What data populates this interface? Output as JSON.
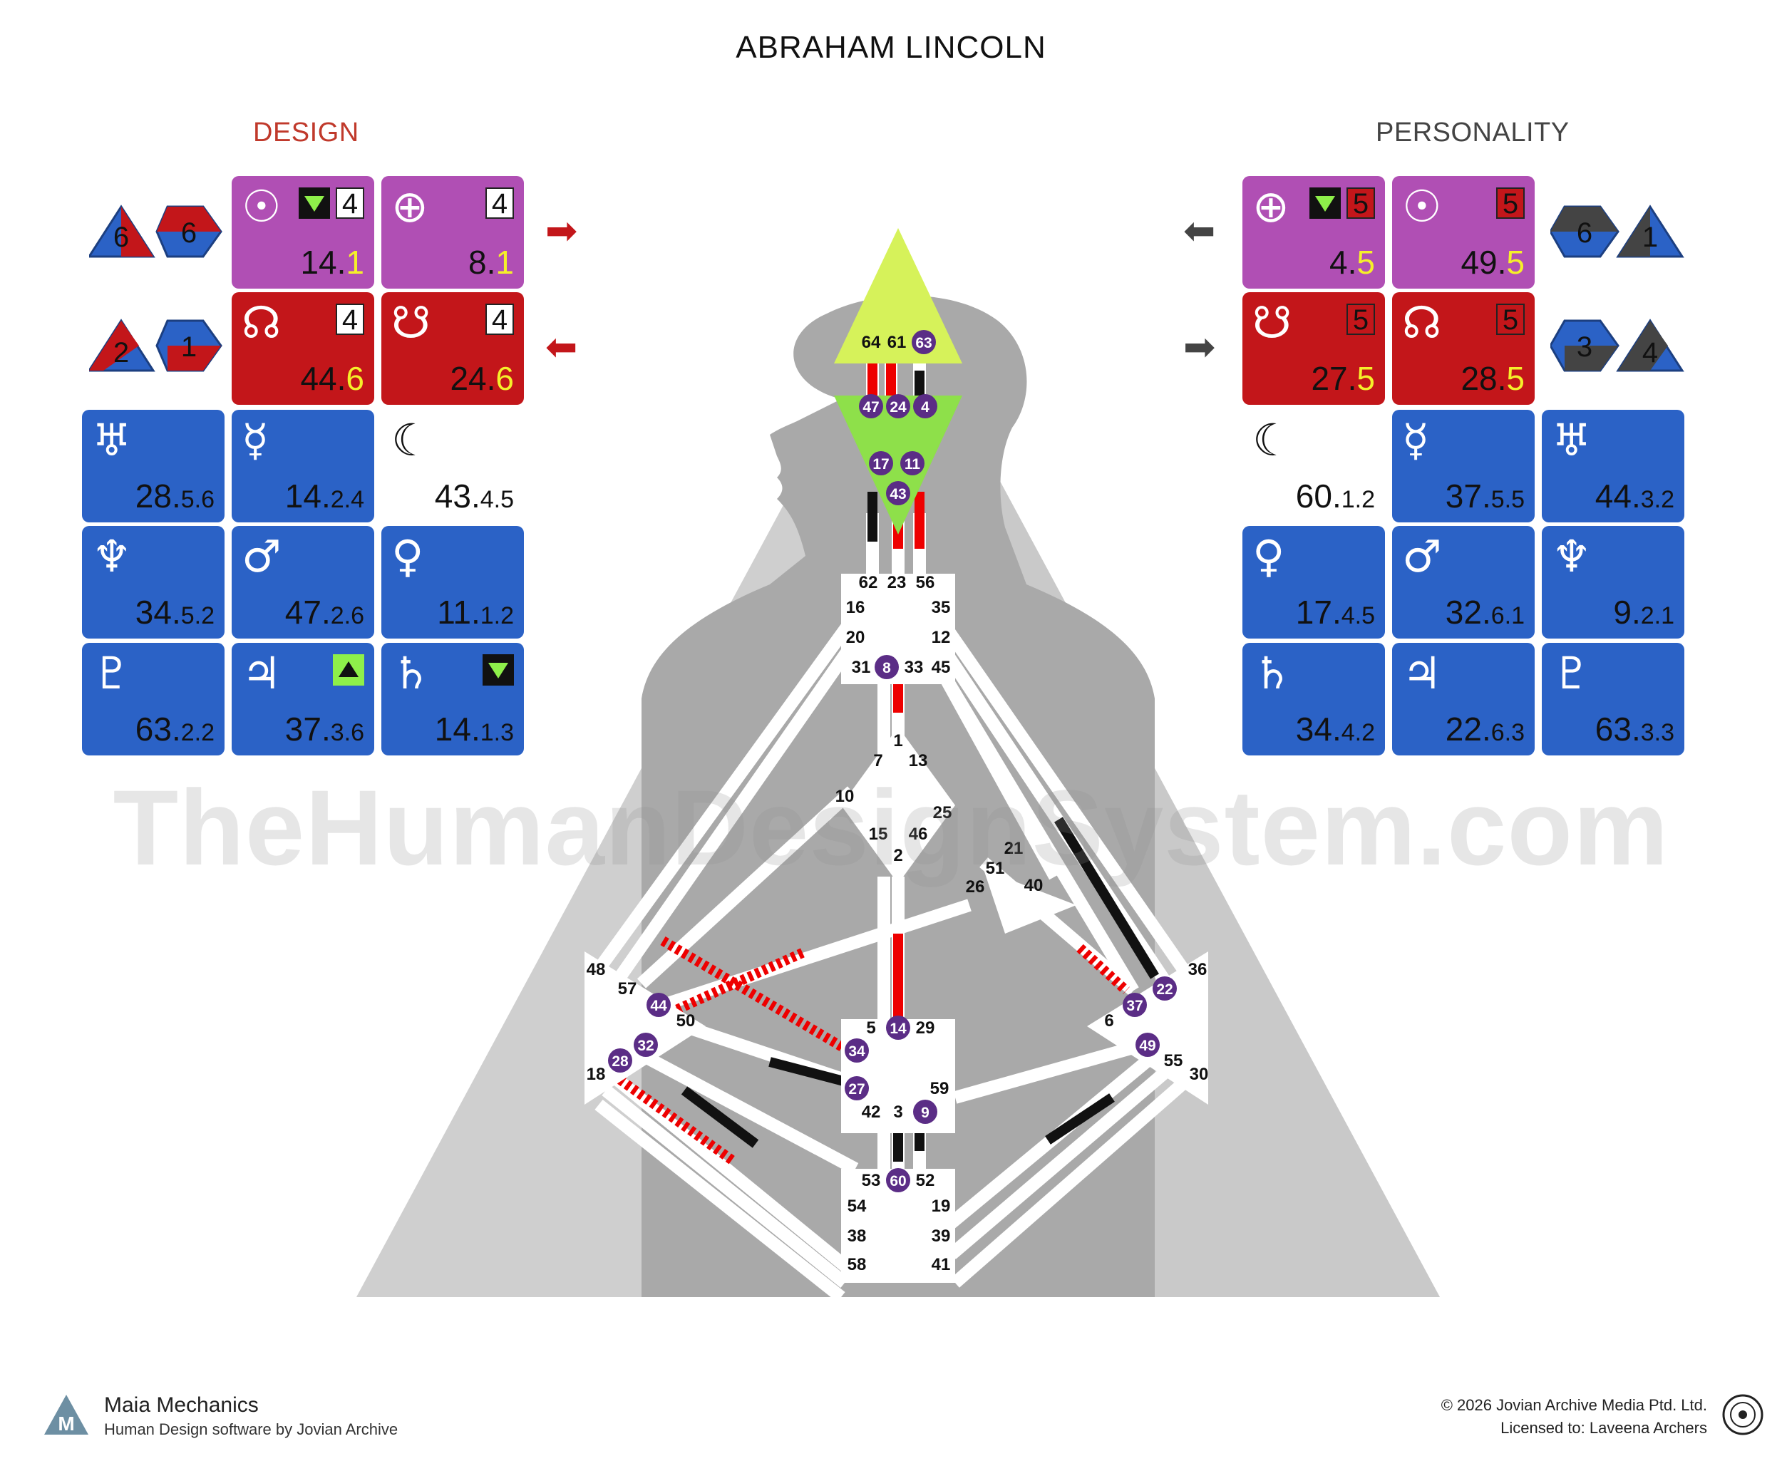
{
  "chart_title": "ABRAHAM LINCOLN",
  "design": {
    "heading": "DESIGN",
    "tiles": [
      {
        "planet": "Sun",
        "icon": "sun-icon",
        "gate": "14",
        "line": "1",
        "line_box": "4",
        "arrow": "down"
      },
      {
        "planet": "Earth",
        "icon": "earth-icon",
        "gate": "8",
        "line": "1",
        "line_box": "4"
      },
      {
        "planet": "North Node",
        "icon": "north-node-icon",
        "gate": "44",
        "line": "6",
        "line_box": "4"
      },
      {
        "planet": "South Node",
        "icon": "south-node-icon",
        "gate": "24",
        "line": "6",
        "line_box": "4"
      },
      {
        "planet": "Uranus",
        "icon": "uranus-icon",
        "gate": "28",
        "line": "5.6"
      },
      {
        "planet": "Mercury",
        "icon": "mercury-icon",
        "gate": "14",
        "line": "2.4"
      },
      {
        "planet": "Moon",
        "icon": "moon-icon",
        "gate": "43",
        "line": "4.5"
      },
      {
        "planet": "Neptune",
        "icon": "neptune-icon",
        "gate": "34",
        "line": "5.2"
      },
      {
        "planet": "Mars",
        "icon": "mars-icon",
        "gate": "47",
        "line": "2.6"
      },
      {
        "planet": "Venus",
        "icon": "venus-icon",
        "gate": "11",
        "line": "1.2"
      },
      {
        "planet": "Pluto",
        "icon": "pluto-icon",
        "gate": "63",
        "line": "2.2"
      },
      {
        "planet": "Jupiter",
        "icon": "jupiter-icon",
        "gate": "37",
        "line": "3.6",
        "arrow": "up"
      },
      {
        "planet": "Saturn",
        "icon": "saturn-icon",
        "gate": "14",
        "line": "1.3",
        "arrow": "down"
      }
    ],
    "variables": [
      "6",
      "6",
      "2",
      "1"
    ]
  },
  "personality": {
    "heading": "PERSONALITY",
    "tiles": [
      {
        "planet": "Earth",
        "icon": "earth-icon",
        "gate": "4",
        "line": "5",
        "line_box": "5",
        "arrow": "down"
      },
      {
        "planet": "Sun",
        "icon": "sun-icon",
        "gate": "49",
        "line": "5",
        "line_box": "5"
      },
      {
        "planet": "South Node",
        "icon": "south-node-icon",
        "gate": "27",
        "line": "5",
        "line_box": "5"
      },
      {
        "planet": "North Node",
        "icon": "north-node-icon",
        "gate": "28",
        "line": "5",
        "line_box": "5"
      },
      {
        "planet": "Moon",
        "icon": "moon-icon",
        "gate": "60",
        "line": "1.2"
      },
      {
        "planet": "Mercury",
        "icon": "mercury-icon",
        "gate": "37",
        "line": "5.5"
      },
      {
        "planet": "Uranus",
        "icon": "uranus-icon",
        "gate": "44",
        "line": "3.2"
      },
      {
        "planet": "Venus",
        "icon": "venus-icon",
        "gate": "17",
        "line": "4.5"
      },
      {
        "planet": "Mars",
        "icon": "mars-icon",
        "gate": "32",
        "line": "6.1"
      },
      {
        "planet": "Neptune",
        "icon": "neptune-icon",
        "gate": "9",
        "line": "2.1"
      },
      {
        "planet": "Saturn",
        "icon": "saturn-icon",
        "gate": "34",
        "line": "4.2"
      },
      {
        "planet": "Jupiter",
        "icon": "jupiter-icon",
        "gate": "22",
        "line": "6.3"
      },
      {
        "planet": "Pluto",
        "icon": "pluto-icon",
        "gate": "63",
        "line": "3.3"
      }
    ],
    "variables": [
      "6",
      "1",
      "3",
      "4"
    ]
  },
  "watermark": "TheHumanDesignSystem.com",
  "footer": {
    "brand": "Maia Mechanics",
    "brand_sub": "Human Design software by Jovian Archive",
    "copyright": "© 2026 Jovian Archive Media Ptd. Ltd.",
    "licensed": "Licensed to: Laveena Archers"
  },
  "colors": {
    "design": "#c3161a",
    "personality": "#111111",
    "defined_head": "#d6f25a",
    "defined_ajna": "#8ee04a",
    "activated_gate": "#5b2d86",
    "tile_magenta": "#b04fb4",
    "tile_blue": "#2b62c6"
  },
  "gates": {
    "head": [
      "64",
      "61",
      "63"
    ],
    "ajna": [
      "47",
      "24",
      "4",
      "17",
      "11",
      "43"
    ],
    "throat": [
      "62",
      "23",
      "56",
      "16",
      "35",
      "20",
      "12",
      "31",
      "8",
      "33",
      "45"
    ],
    "g": [
      "1",
      "7",
      "13",
      "10",
      "25",
      "15",
      "46",
      "2"
    ],
    "ego": [
      "21",
      "51",
      "26",
      "40"
    ],
    "spleen": [
      "48",
      "57",
      "44",
      "50",
      "32",
      "28",
      "18"
    ],
    "solar_plexus": [
      "36",
      "22",
      "37",
      "6",
      "49",
      "55",
      "30"
    ],
    "sacral": [
      "5",
      "14",
      "29",
      "34",
      "27",
      "59",
      "42",
      "3",
      "9"
    ],
    "root": [
      "53",
      "60",
      "52",
      "54",
      "19",
      "38",
      "39",
      "58",
      "41"
    ]
  },
  "activated_gates": [
    "63",
    "47",
    "24",
    "4",
    "17",
    "11",
    "43",
    "8",
    "44",
    "32",
    "28",
    "37",
    "22",
    "49",
    "14",
    "34",
    "27",
    "9",
    "60"
  ]
}
